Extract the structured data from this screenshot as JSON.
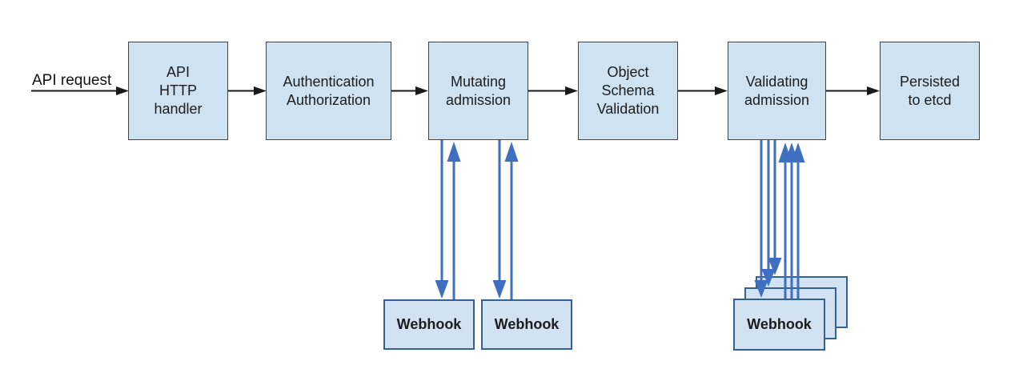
{
  "flow": {
    "request_label": "API request",
    "nodes": [
      {
        "id": "api-http-handler",
        "label": "API\nHTTP\nhandler"
      },
      {
        "id": "authentication-authorization",
        "label": "Authentication\nAuthorization"
      },
      {
        "id": "mutating-admission",
        "label": "Mutating\nadmission"
      },
      {
        "id": "object-schema-validation",
        "label": "Object\nSchema\nValidation"
      },
      {
        "id": "validating-admission",
        "label": "Validating\nadmission"
      },
      {
        "id": "persisted-to-etcd",
        "label": "Persisted\nto etcd"
      }
    ]
  },
  "webhooks": {
    "mutating": [
      {
        "label": "Webhook"
      },
      {
        "label": "Webhook"
      }
    ],
    "validating": {
      "front_label": "Webhook",
      "stack_count": 3
    }
  },
  "colors": {
    "node_fill": "#cfe2f1",
    "node_border": "#3f444a",
    "webhook_fill": "#d2e2f2",
    "webhook_border": "#35618f",
    "arrow_black": "#1a1a1a",
    "arrow_blue": "#3f6fc1",
    "text": "#1c1c1c"
  }
}
